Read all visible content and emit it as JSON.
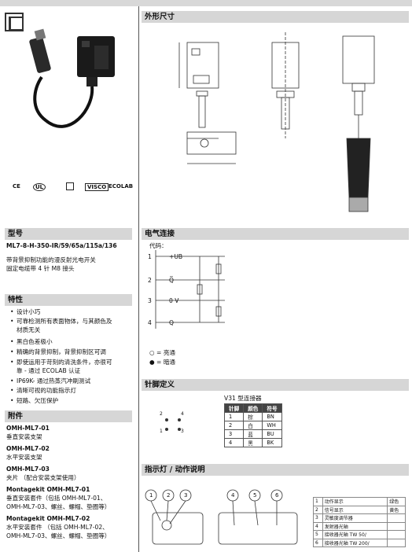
{
  "cert_labels": [
    "CE",
    "UL",
    "VISCO",
    "ECOLAB"
  ],
  "sections": {
    "dimensions": "外形尺寸",
    "model": "型号",
    "electrical": "电气连接",
    "features": "特性",
    "pinout": "针脚定义",
    "accessories": "附件",
    "led": "指示灯 / 动作说明"
  },
  "model": {
    "code": "ML7-8-H-350-IR/59/65a/115a/136",
    "desc1": "带背景抑制功能的漫反射光电开关",
    "desc2": "固定电缆带 4 针 M8 接头"
  },
  "features": [
    "设计小巧",
    "可靠检测所有表面物体，与其颜色及",
    "材质无关",
    "黑白色差极小",
    "精确的背景抑制，背景抑制区可调",
    "即使运用于苛刻的清洗条件，亦很可",
    "靠 - 通过 ECOLAB 认证",
    "IP69K- 通过热蒸汽冲刷测试",
    "清晰可视的功能指示灯",
    "短路、欠压保护"
  ],
  "accessories": [
    {
      "code": "OMH-ML7-01",
      "desc": [
        "垂直安装支架"
      ]
    },
    {
      "code": "OMH-ML7-02",
      "desc": [
        "水平安装支架"
      ]
    },
    {
      "code": "OMH-ML7-03",
      "desc": [
        "夹片 （配合安装支架使用）"
      ]
    },
    {
      "code": "Montagekit OMH-ML7-01",
      "desc": [
        "垂直安装套件（包括 OMH-ML7-01、",
        "OMH-ML7-03、螺丝、螺帽、垫圈等）"
      ]
    },
    {
      "code": "Montagekit OMH-ML7-02",
      "desc": [
        "水平安装套件 （包括 OMH-ML7-02、",
        "OMH-ML7-03、螺丝、螺帽、垫圈等）"
      ]
    }
  ],
  "electrical": {
    "code_label": "代码：",
    "pins": [
      "1",
      "2",
      "3",
      "4"
    ],
    "signals": [
      "+UB",
      "Q̅",
      "0 V",
      "Q"
    ],
    "legend_on": "○ = 亮通",
    "legend_off": "● = 暗通"
  },
  "pinout": {
    "title": "V31 型连接器",
    "headers": [
      "针脚",
      "颜色",
      "符号"
    ],
    "rows": [
      [
        "1",
        "棕",
        "BN"
      ],
      [
        "2",
        "白",
        "WH"
      ],
      [
        "3",
        "蓝",
        "BU"
      ],
      [
        "4",
        "黑",
        "BK"
      ]
    ],
    "diagram_pins": [
      "1",
      "2",
      "3",
      "4"
    ]
  },
  "led_numbers": [
    "1",
    "2",
    "3",
    "4",
    "5",
    "6"
  ],
  "led_table": [
    [
      "1",
      "动作显示",
      "绿色"
    ],
    [
      "2",
      "信号显示",
      "黄色"
    ],
    [
      "3",
      "灵敏度调节器",
      ""
    ],
    [
      "4",
      "发射器光轴",
      ""
    ],
    [
      "5",
      "接收器光轴 TW 50/",
      ""
    ],
    [
      "6",
      "接收器光轴 TW 200/",
      ""
    ]
  ]
}
